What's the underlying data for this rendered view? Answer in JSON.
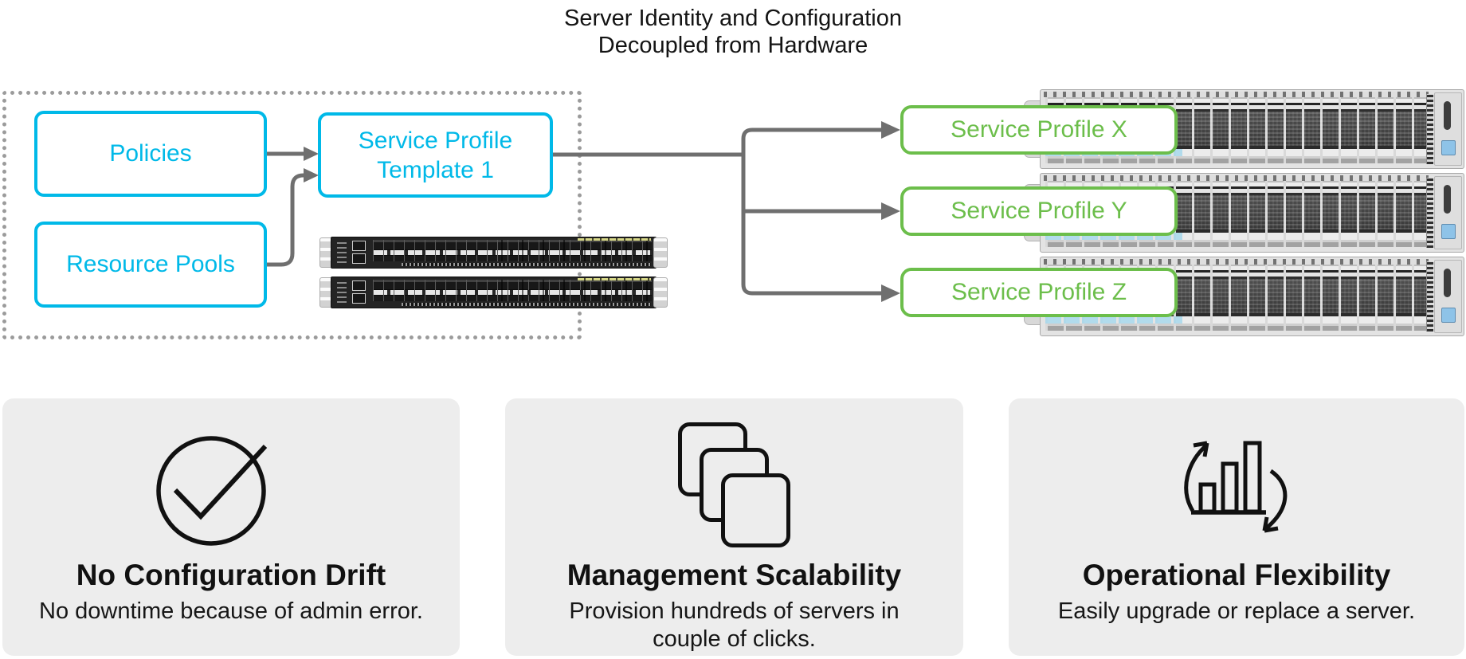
{
  "title": {
    "line1": "Server Identity and Configuration",
    "line2": "Decoupled from Hardware"
  },
  "diagram": {
    "policies_label": "Policies",
    "resource_pools_label": "Resource Pools",
    "template_line1": "Service Profile",
    "template_line2": "Template 1",
    "profiles": [
      {
        "label": "Service Profile X"
      },
      {
        "label": "Service Profile Y"
      },
      {
        "label": "Service Profile Z"
      }
    ],
    "hardware": {
      "switch_count": 2,
      "server_count": 3
    }
  },
  "cards": [
    {
      "icon": "check-circle-icon",
      "title": "No Configuration Drift",
      "subtitle": "No downtime because of admin error."
    },
    {
      "icon": "stacked-squares-icon",
      "title": "Management Scalability",
      "subtitle": "Provision hundreds of servers in couple of clicks."
    },
    {
      "icon": "cycle-bar-chart-icon",
      "title": "Operational Flexibility",
      "subtitle": "Easily upgrade or replace a server."
    }
  ],
  "colors": {
    "cyan": "#00b9e8",
    "green": "#6cbe4b",
    "connector_gray": "#6f6f6f",
    "dotted_border": "#9b9b9b",
    "card_background": "#ededed"
  }
}
